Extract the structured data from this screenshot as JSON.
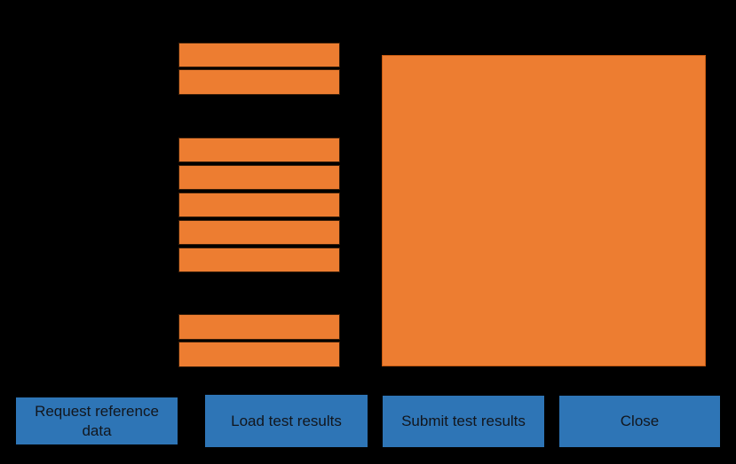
{
  "window": {
    "background": "#000000"
  },
  "colors": {
    "window_background": "#000000",
    "field_fill": "#ED7D31",
    "field_border": "#3A1E08",
    "panel_fill": "#ED7D31",
    "panel_border": "#C55A11",
    "button_fill": "#2E75B6",
    "button_text": "#12161D"
  },
  "form": {
    "groups": [
      {
        "name": "top-field-group",
        "fields": [
          {
            "value": ""
          },
          {
            "value": ""
          }
        ]
      },
      {
        "name": "middle-field-group",
        "fields": [
          {
            "value": ""
          },
          {
            "value": ""
          },
          {
            "value": ""
          },
          {
            "value": ""
          },
          {
            "value": ""
          }
        ]
      },
      {
        "name": "bottom-field-group",
        "fields": [
          {
            "value": ""
          },
          {
            "value": ""
          }
        ]
      }
    ]
  },
  "panel": {
    "value": ""
  },
  "buttons": [
    {
      "label": "Request reference data"
    },
    {
      "label": "Load test results"
    },
    {
      "label": "Submit test results"
    },
    {
      "label": "Close"
    }
  ]
}
